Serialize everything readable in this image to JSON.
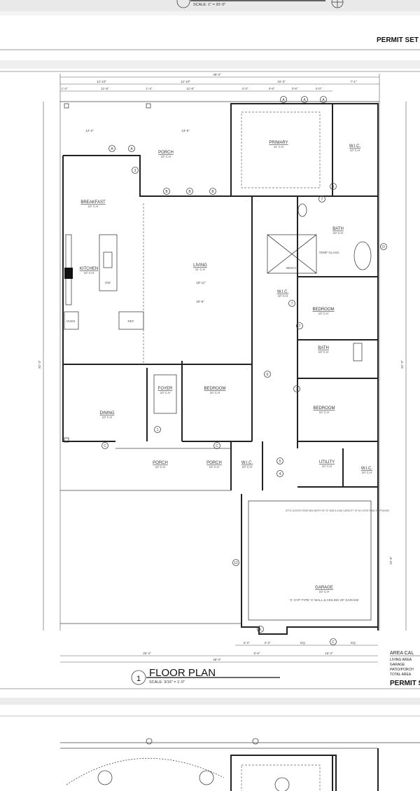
{
  "previous_sheet": {
    "scale": "SCALE: 1\" = 20'-0\"",
    "sheet_label": "PERMIT SET"
  },
  "sheet": {
    "title_number": "1",
    "title": "FLOOR PLAN",
    "scale": "SCALE: 3/16\" = 1'-0\"",
    "sheet_label": "PERMIT SET",
    "area_calc": {
      "heading": "AREA CAL",
      "rows": [
        "LIVING AREA",
        "GARAGE",
        "PATIO/PORCH",
        "TOTAL AREA"
      ]
    }
  },
  "rooms": {
    "porch_rear": {
      "name": "PORCH",
      "ch": "10' C.H"
    },
    "primary": {
      "name": "PRIMARY",
      "ch": "11' C.H"
    },
    "wic_primary": {
      "name": "W.I.C.",
      "ch": "10' C.H"
    },
    "breakfast": {
      "name": "BREAKFAST",
      "ch": "10' C.H"
    },
    "kitchen": {
      "name": "KITCHEN",
      "ch": "10' C.H"
    },
    "living": {
      "name": "LIVING",
      "ch": "11' C.H"
    },
    "bath_primary": {
      "name": "BATH",
      "ch": "10' C.H"
    },
    "wic_2": {
      "name": "W.I.C.",
      "ch": "10' C.H"
    },
    "bedroom_1": {
      "name": "BEDROOM",
      "ch": "10' C.H"
    },
    "bath_2": {
      "name": "BATH",
      "ch": "10' C.H"
    },
    "bedroom_2": {
      "name": "BEDROOM",
      "ch": "10' C.H"
    },
    "dining": {
      "name": "DINING",
      "ch": "10' C.H"
    },
    "foyer": {
      "name": "FOYER",
      "ch": "10' C.H"
    },
    "bedroom_3": {
      "name": "BEDROOM",
      "ch": "10' C.H"
    },
    "porch_front": {
      "name": "PORCH",
      "ch": "10' C.H"
    },
    "porch_side": {
      "name": "PORCH",
      "ch": "10' C.H"
    },
    "wic_3": {
      "name": "W.I.C.",
      "ch": "10' C.H"
    },
    "utility": {
      "name": "UTILITY",
      "ch": "10' C.H"
    },
    "wic_4": {
      "name": "W.I.C.",
      "ch": "10' C.H"
    },
    "garage": {
      "name": "GARAGE",
      "ch": "10' C.H"
    }
  },
  "fixtures": {
    "oven": "OVEN",
    "ref": "REF",
    "dw": "DW",
    "bench": "BENCH",
    "temp_glass": "TEMP GLASS"
  },
  "notes": {
    "garage_wall": "'X' GYP TYPE 'X' WALL & CEILING OF GARAGE",
    "attic": "ATTIC ACCESS STAIR MIN WIDTH OF 22\" AND A LOAD CAPACITY OF NO LESS THAN 350 POUNDS"
  },
  "dimensions": {
    "overall_top": "48'-0\"",
    "top_segments": [
      "12'-10\"",
      "12'-10\"",
      "15'-3\"",
      "7'-1\""
    ],
    "top_sub": [
      "1'-4\"",
      "11'-6\"",
      "1'-4\"",
      "11'-6\"",
      "4'-3\"",
      "3'-6\"",
      "3'-6\"",
      "4'-0\""
    ],
    "porch_row": [
      "12'-2\"",
      "13'-6\""
    ],
    "living_width": "18'-11\"",
    "living_lower": "20'-8\"",
    "left_overall": "81'-3\"",
    "right_overall": "81'-3\"",
    "garage_depth": "22'-0\"",
    "bottom_small": [
      "3'-3\"",
      "3'-3\"",
      "EQ.",
      "EQ."
    ],
    "bottom_mid": [
      "26'-4\"",
      "6'-6\"",
      "15'-2\""
    ],
    "overall_bottom": "48'-0\""
  },
  "tags": [
    "A",
    "A",
    "A",
    "A",
    "A",
    "B",
    "B",
    "B",
    "C",
    "C",
    "C",
    "D",
    "E",
    "1",
    "3",
    "4",
    "5",
    "6",
    "6",
    "7",
    "7",
    "7",
    "7",
    "12"
  ]
}
